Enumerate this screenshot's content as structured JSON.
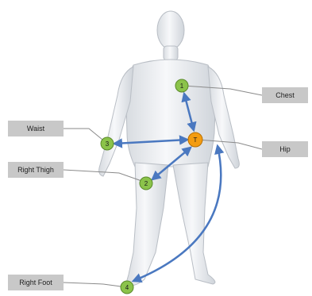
{
  "labels": {
    "chest": "Chest",
    "waist": "Waist",
    "hip": "Hip",
    "right_thigh": "Right Thigh",
    "right_foot": "Right Foot"
  },
  "markers": {
    "chest": "1",
    "right_thigh": "2",
    "waist": "3",
    "right_foot": "4",
    "hip": "T"
  },
  "colors": {
    "marker_green": "#8bc34a",
    "marker_orange": "#f39c12",
    "arrow_blue": "#4a78c0",
    "label_box": "#c8c8c8",
    "leader_line": "#8a8a8a"
  }
}
